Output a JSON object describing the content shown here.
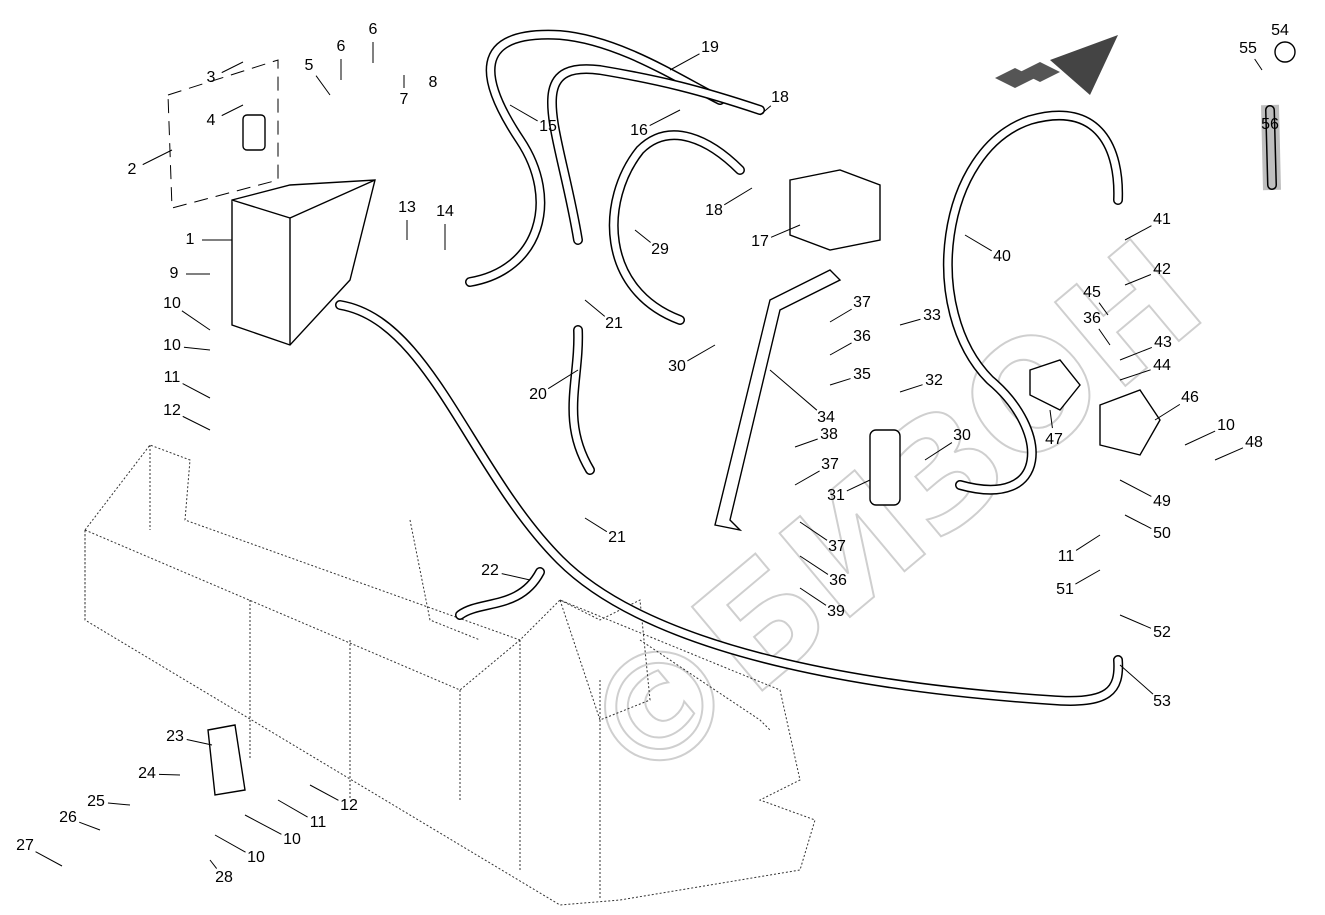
{
  "watermark": "©БИЗОН",
  "direction_arrow": "forward-direction-arrow",
  "callouts": [
    "1",
    "2",
    "3",
    "4",
    "5",
    "6",
    "6",
    "7",
    "8",
    "9",
    "10",
    "10",
    "11",
    "12",
    "13",
    "14",
    "15",
    "16",
    "17",
    "18",
    "18",
    "19",
    "20",
    "21",
    "21",
    "22",
    "23",
    "24",
    "25",
    "26",
    "27",
    "28",
    "29",
    "30",
    "30",
    "31",
    "32",
    "33",
    "34",
    "35",
    "36",
    "36",
    "36",
    "37",
    "37",
    "37",
    "38",
    "39",
    "40",
    "41",
    "42",
    "43",
    "44",
    "45",
    "46",
    "47",
    "48",
    "49",
    "50",
    "51",
    "52",
    "53",
    "54",
    "55",
    "56",
    "10",
    "11",
    "12",
    "11",
    "10",
    "10"
  ]
}
